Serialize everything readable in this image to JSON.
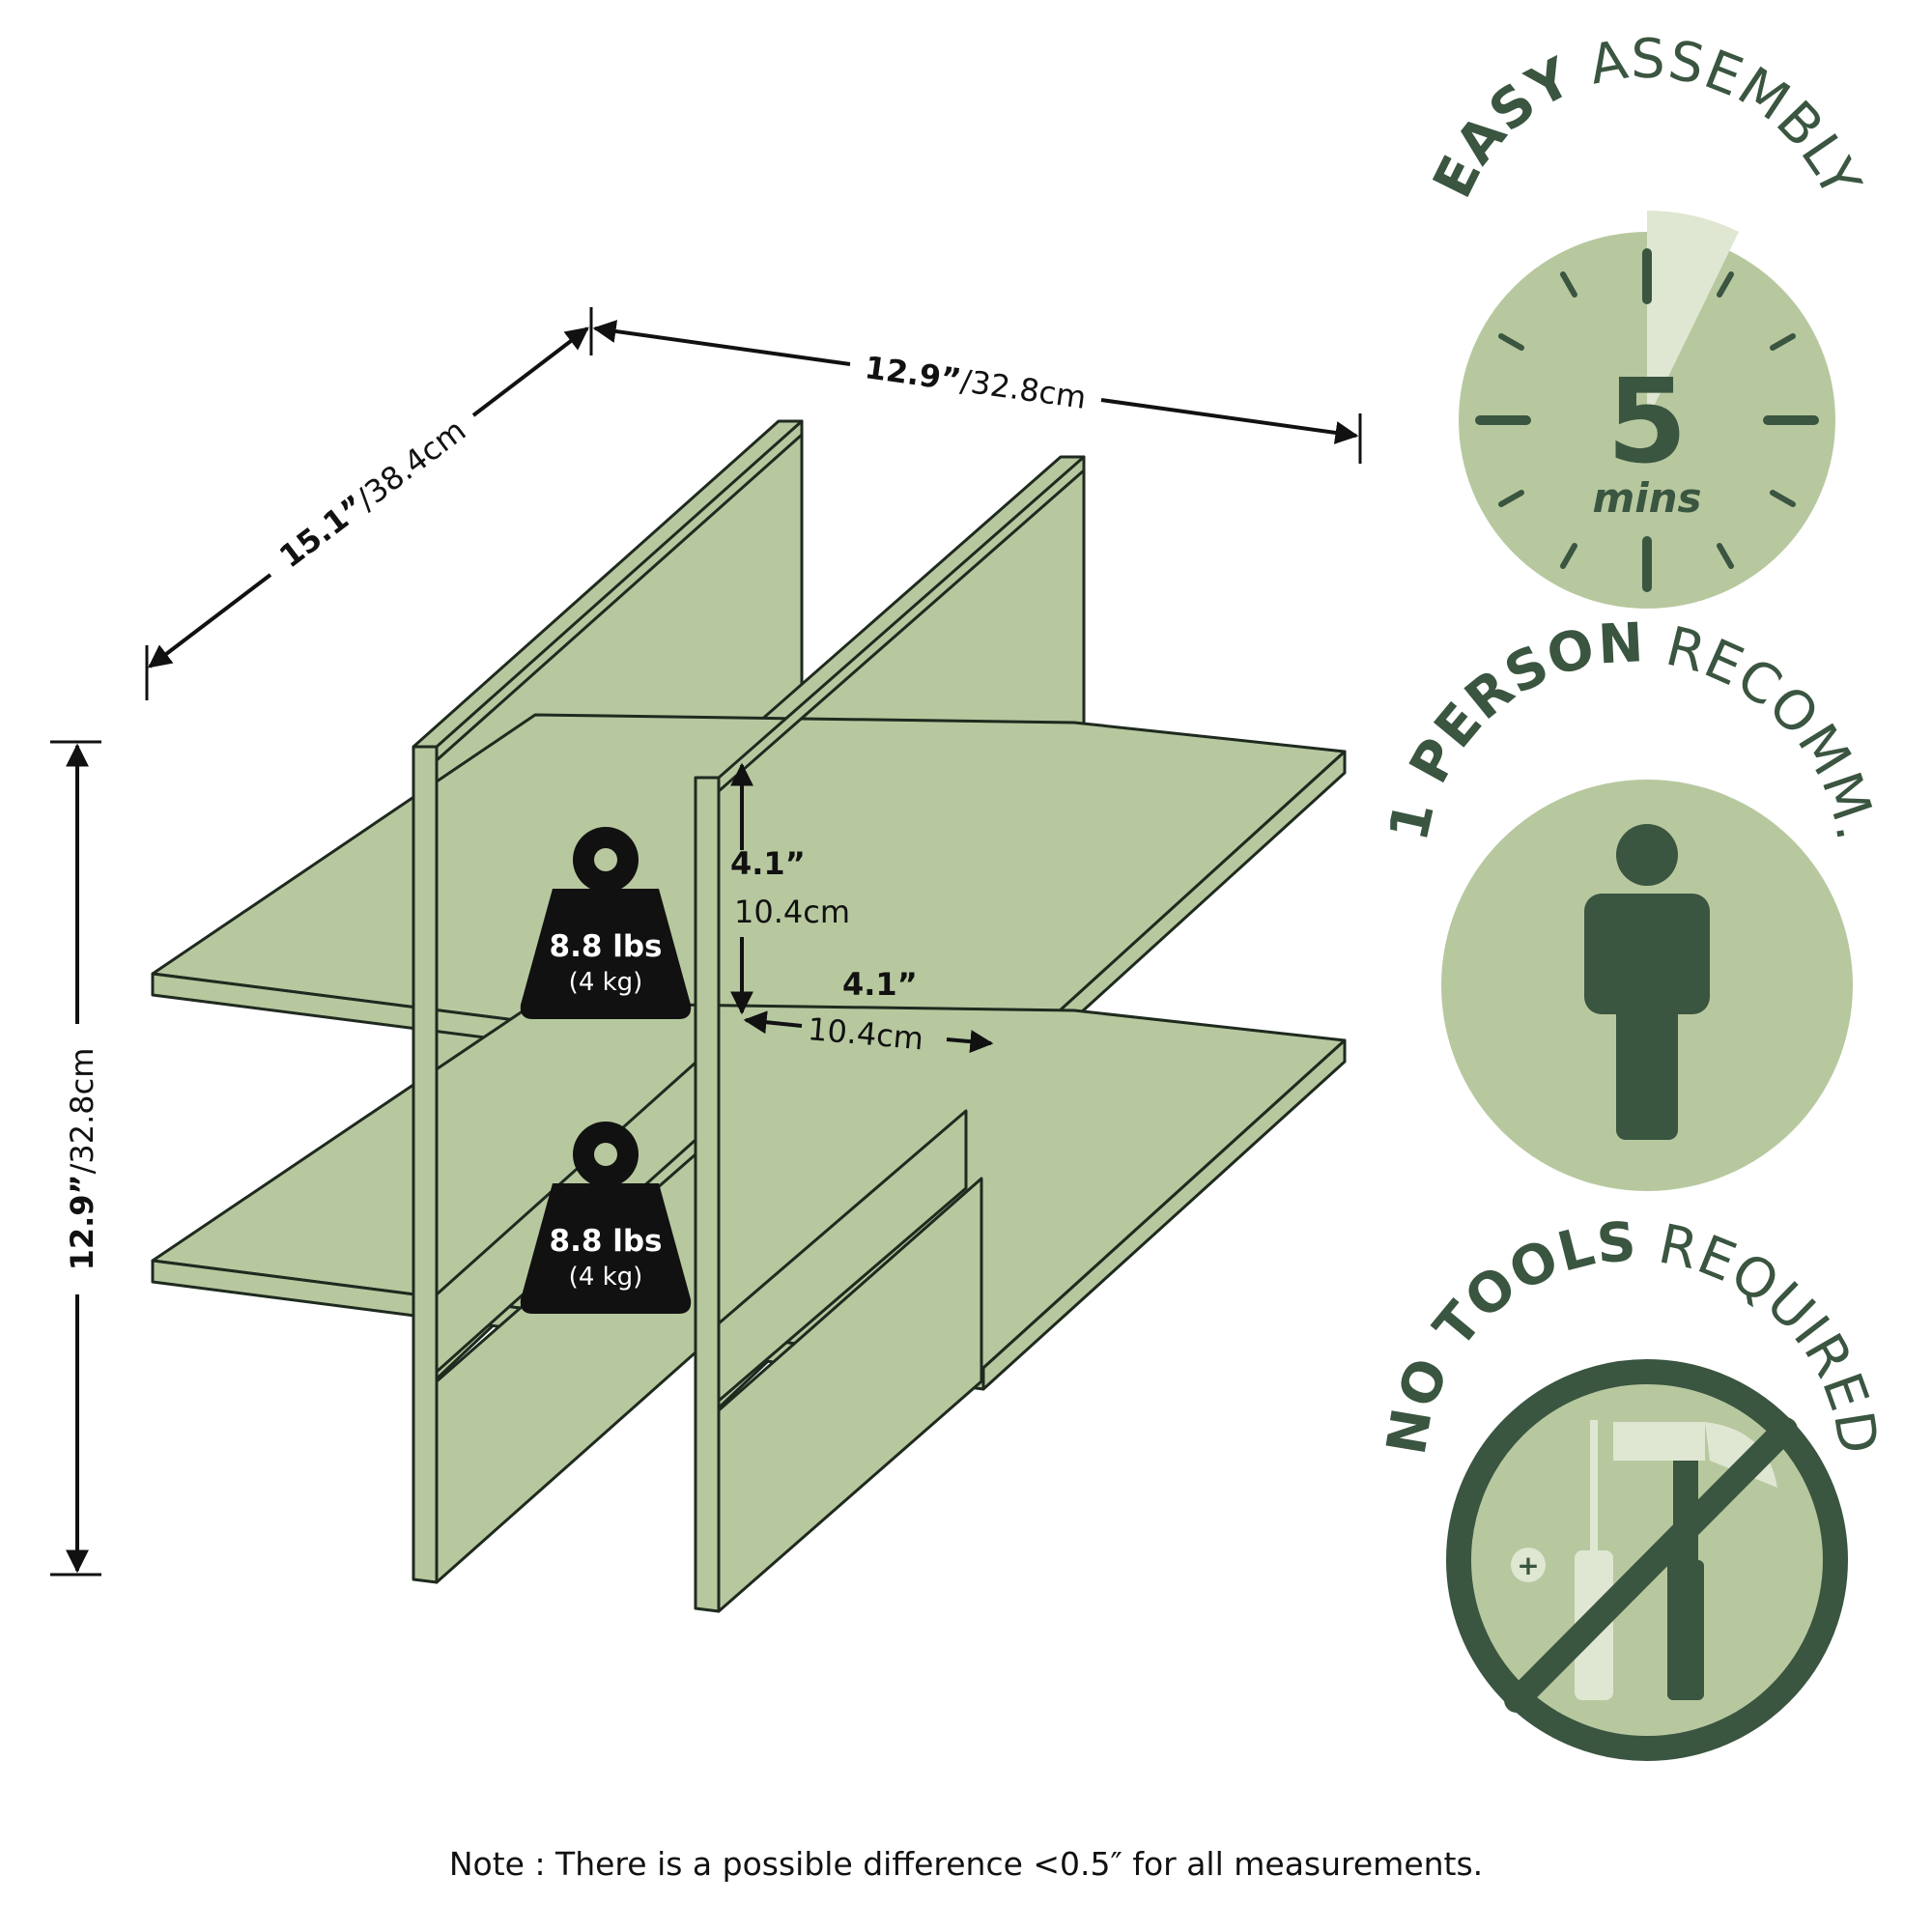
{
  "dimensions": {
    "width": {
      "value": "12.9”",
      "metric": "/32.8cm"
    },
    "depth": {
      "value": "15.1”",
      "metric": "/38.4cm"
    },
    "height": {
      "value": "12.9”",
      "metric": "/32.8cm"
    },
    "cubby_height": {
      "value": "4.1”",
      "metric": "10.4cm"
    },
    "cubby_width": {
      "value": "4.1”",
      "metric": "10.4cm"
    }
  },
  "weight_capacity": [
    {
      "main": "8.8 lbs",
      "sub": "(4 kg)"
    },
    {
      "main": "8.8 lbs",
      "sub": "(4 kg)"
    }
  ],
  "badges": {
    "assembly": {
      "bold": "EASY",
      "light": "ASSEMBLY",
      "number": "5",
      "unit": "mins"
    },
    "person": {
      "bold": "1 PERSON",
      "light": "RECOMM."
    },
    "tools": {
      "bold": "NO TOOLS",
      "light": "REQUIRED"
    }
  },
  "colors": {
    "panel": "#b7c89f",
    "badge_fill": "#b7c89f",
    "badge_dark": "#3a5540",
    "badge_light": "#dfe6d2"
  },
  "note": "Note : There is a possible difference <0.5″ for all measurements."
}
